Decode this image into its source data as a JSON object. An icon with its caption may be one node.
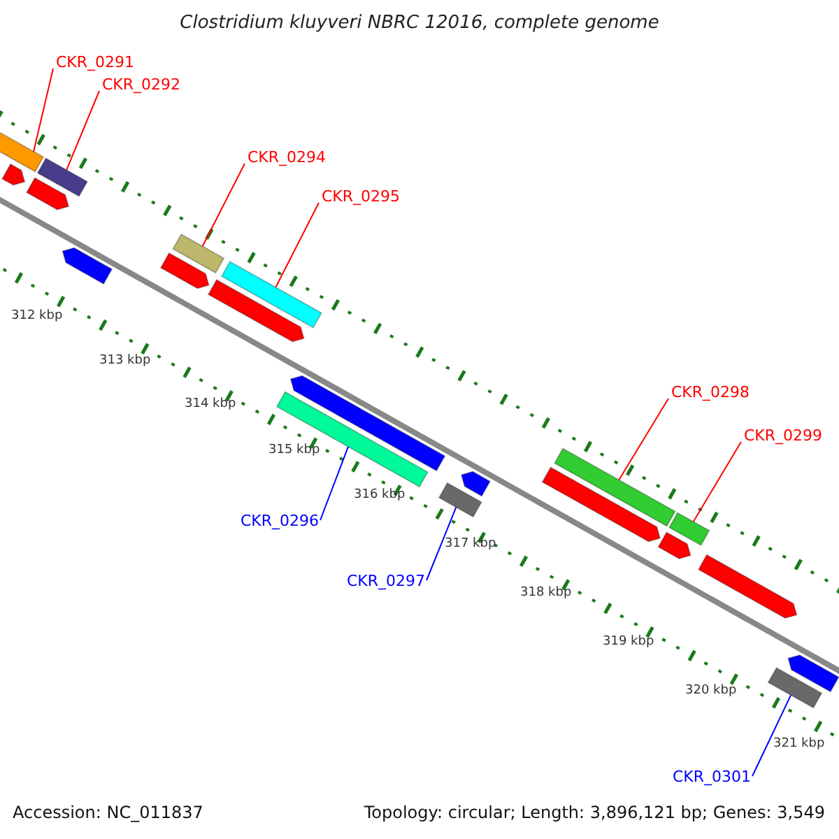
{
  "diagram": {
    "title": "Clostridium kluyveri NBRC 12016, complete genome",
    "nodes": [
      {
        "text": [
          "CKR_0291"
        ]
      },
      {
        "text": [],
        "shape": "bar"
      },
      {
        "text": [
          "CKR_0292"
        ]
      },
      {
        "text": [],
        "shape": "bar"
      },
      {
        "text": [
          "CKR_0294"
        ]
      },
      {
        "text": [],
        "shape": "bar"
      },
      {
        "text": [
          "CKR_0295"
        ]
      },
      {
        "text": [],
        "shape": "bar"
      },
      {
        "text": [
          "CKR_0296"
        ]
      },
      {
        "text": [],
        "shape": "bar"
      },
      {
        "text": [
          "CKR_0297"
        ]
      },
      {
        "text": [],
        "shape": "bar"
      },
      {
        "text": [
          "CKR_0298"
        ]
      },
      {
        "text": [],
        "shape": "bar"
      },
      {
        "text": [
          "CKR_0299"
        ]
      },
      {
        "text": [],
        "shape": "bar"
      },
      {
        "text": [
          "CKR_0301"
        ]
      },
      {
        "text": [],
        "shape": "bar"
      },
      {
        "text": [],
        "shape": "bar"
      },
      {
        "text": [],
        "shape": "bar"
      },
      {
        "text": [],
        "shape": "bar"
      },
      {
        "text": [],
        "shape": "bar"
      },
      {
        "text": [],
        "shape": "bar"
      },
      {
        "text": [],
        "shape": "bar"
      },
      {
        "text": [],
        "shape": "bar"
      },
      {
        "text": [],
        "shape": "bar"
      },
      {
        "text": [],
        "shape": "bar"
      },
      {
        "text": [],
        "shape": "bar"
      },
      {
        "text": [],
        "shape": "bar"
      }
    ],
    "edges": [
      {
        "from": 0,
        "to": 1,
        "arrow": "none"
      },
      {
        "from": 2,
        "to": 3,
        "arrow": "none"
      },
      {
        "from": 4,
        "to": 5,
        "arrow": "none"
      },
      {
        "from": 6,
        "to": 7,
        "arrow": "none"
      },
      {
        "from": 8,
        "to": 9,
        "arrow": "none",
        "color": "#0000ff"
      },
      {
        "from": 10,
        "to": 11,
        "arrow": "none",
        "color": "#0000ff"
      },
      {
        "from": 12,
        "to": 13,
        "arrow": "none"
      },
      {
        "from": 14,
        "to": 15,
        "arrow": "none"
      },
      {
        "from": 16,
        "to": 17,
        "arrow": "none",
        "color": "#0000ff"
      }
    ],
    "labels": [
      "312 kbp",
      "313 kbp",
      "314 kbp",
      "315 kbp",
      "316 kbp",
      "317 kbp",
      "318 kbp",
      "319 kbp",
      "320 kbp",
      "321 kbp",
      "Accession: NC_011837",
      "Topology: circular; Length: 3,896,121 bp; Genes: 3,549"
    ]
  }
}
